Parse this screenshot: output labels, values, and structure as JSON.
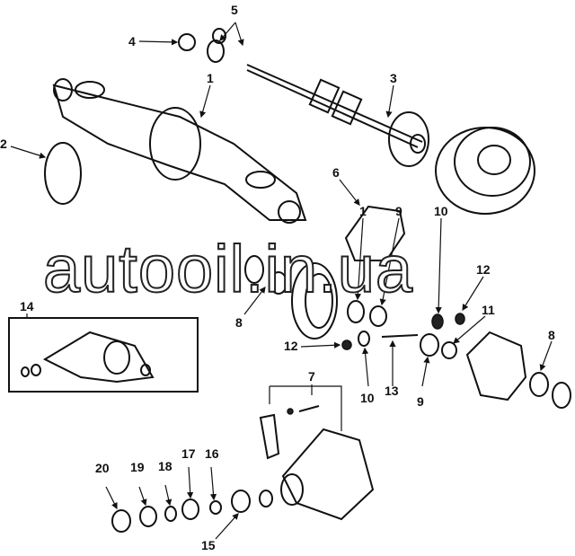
{
  "watermark": "autooil.in.ua",
  "callouts": {
    "c1_top": "1",
    "c2": "2",
    "c3": "3",
    "c4_top": "4",
    "c5": "5",
    "c6": "6",
    "c7": "7",
    "c8_left": "8",
    "c1_mid": "1",
    "c9_top": "9",
    "c10_top": "10",
    "c12_top": "12",
    "c14": "14",
    "c11": "11",
    "c8_right": "8",
    "c12_mid": "12",
    "c10_bot": "10",
    "c13": "13",
    "c9_bot": "9",
    "c20": "20",
    "c19": "19",
    "c18": "18",
    "c17": "17",
    "c16": "16",
    "c15": "15"
  }
}
